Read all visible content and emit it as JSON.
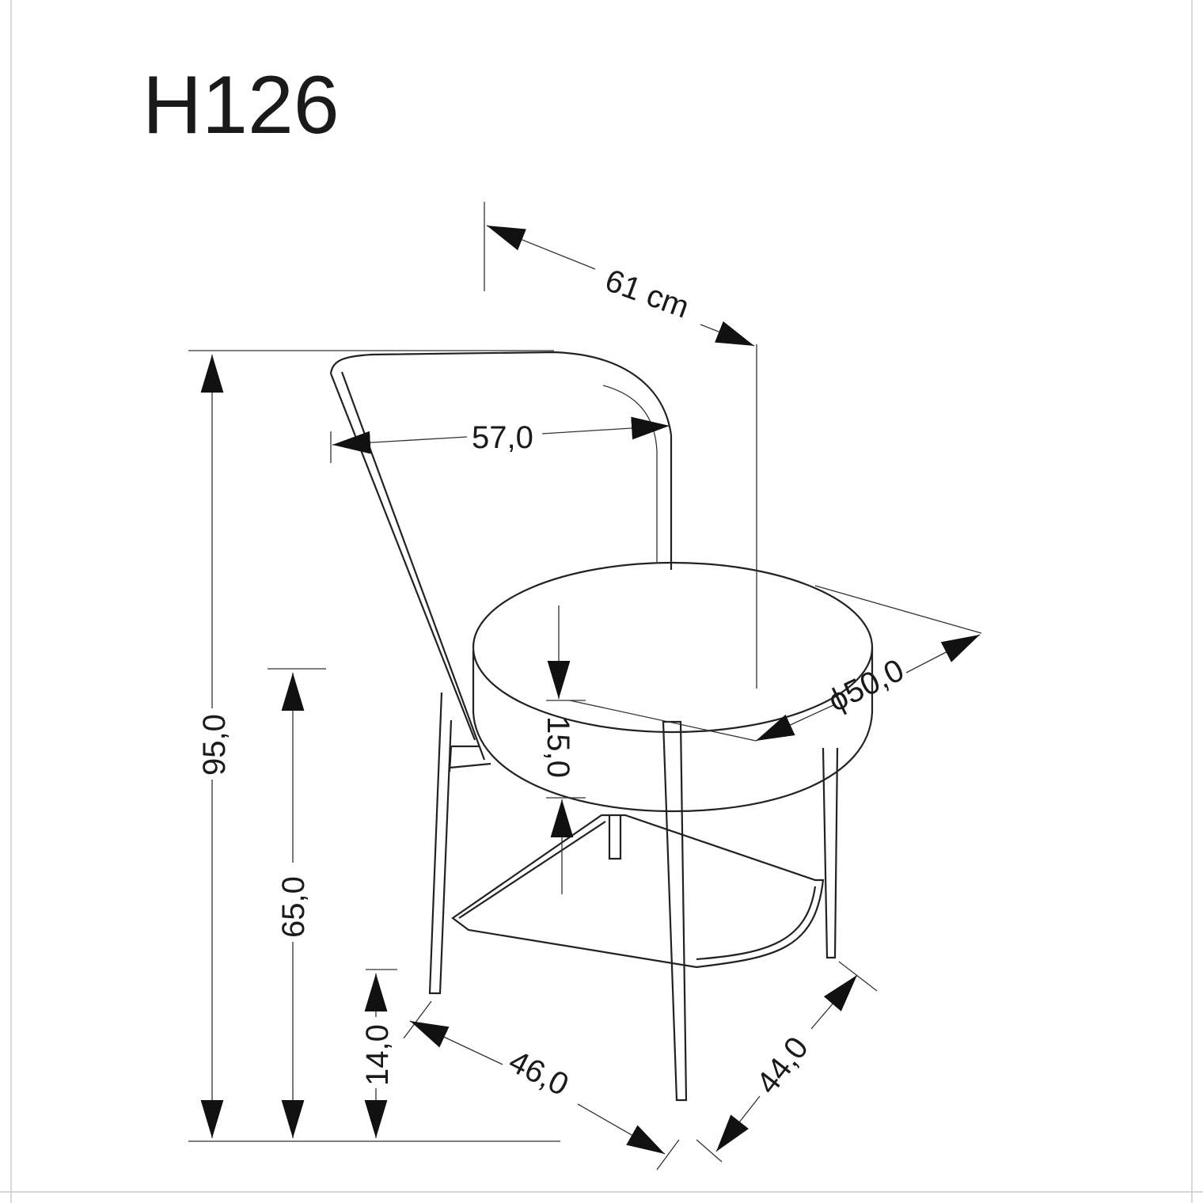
{
  "title": "H126",
  "dimensions": {
    "depth_total": "61 cm",
    "back_width": "57,0",
    "total_height": "95,0",
    "seat_height": "65,0",
    "footrest_height": "14,0",
    "seat_thickness": "15,0",
    "seat_diameter": "ϕ50,0",
    "base_width": "46,0",
    "base_depth": "44,0"
  }
}
